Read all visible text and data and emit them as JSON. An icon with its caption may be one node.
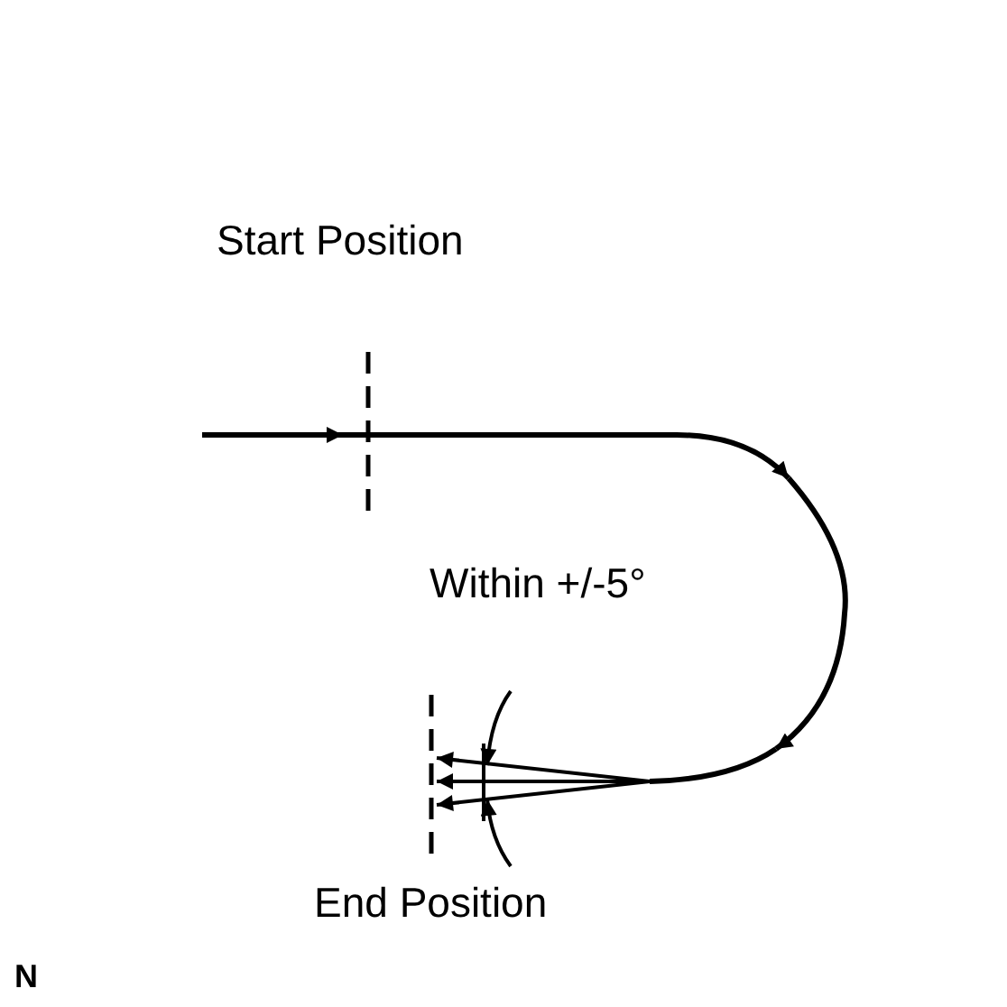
{
  "diagram": {
    "labels": [
      "Start Position",
      "Within +/-5°",
      "End Position",
      "N"
    ]
  }
}
